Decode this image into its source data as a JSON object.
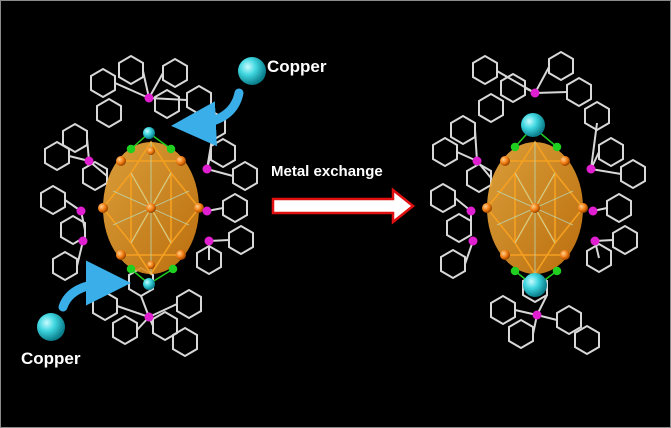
{
  "labels": {
    "copper_top": "Copper",
    "copper_bottom": "Copper",
    "exchange": "Metal exchange"
  },
  "colors": {
    "background": "#000000",
    "copper": "#3fd6e0",
    "phosphorus": "#e020d0",
    "gold_core": "#f07a10",
    "ellipse_fill": "#e89a20",
    "chloride": "#20d020",
    "ligand_bonds": "#d8d8d8",
    "arrow_outline": "#e01010",
    "curved_arrow": "#3aaee8"
  }
}
